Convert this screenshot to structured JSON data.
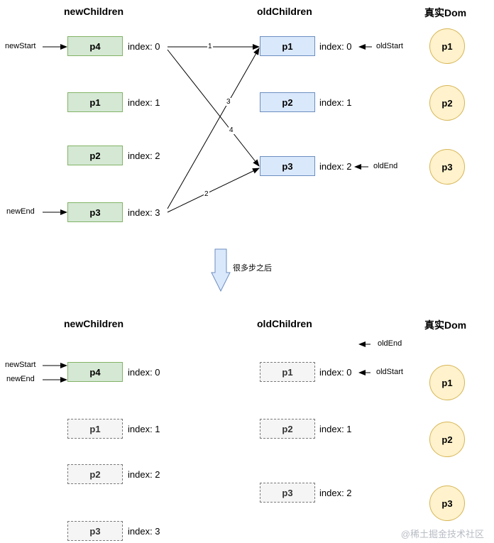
{
  "top": {
    "new_title": "newChildren",
    "old_title": "oldChildren",
    "dom_title": "真实Dom",
    "new_nodes": [
      "p4",
      "p1",
      "p2",
      "p3"
    ],
    "new_indexes": [
      "index: 0",
      "index: 1",
      "index: 2",
      "index: 3"
    ],
    "old_nodes": [
      "p1",
      "p2",
      "p3"
    ],
    "old_indexes": [
      "index: 0",
      "index: 1",
      "index: 2"
    ],
    "dom_nodes": [
      "p1",
      "p2",
      "p3"
    ],
    "pointers": {
      "new_start": "newStart",
      "new_end": "newEnd",
      "old_start": "oldStart",
      "old_end": "oldEnd"
    },
    "edge_labels": [
      "1",
      "2",
      "3",
      "4"
    ]
  },
  "transition_label": "很多步之后",
  "bottom": {
    "new_title": "newChildren",
    "old_title": "oldChildren",
    "dom_title": "真实Dom",
    "new_nodes": [
      "p4",
      "p1",
      "p2",
      "p3"
    ],
    "new_indexes": [
      "index: 0",
      "index: 1",
      "index: 2",
      "index: 3"
    ],
    "old_nodes": [
      "p1",
      "p2",
      "p3"
    ],
    "old_indexes": [
      "index: 0",
      "index: 1",
      "index: 2"
    ],
    "dom_nodes": [
      "p1",
      "p2",
      "p3"
    ],
    "pointers": {
      "new_start": "newStart",
      "new_end": "newEnd",
      "old_start": "oldStart",
      "old_end": "oldEnd"
    }
  },
  "watermark": "@稀土掘金技术社区",
  "colors": {
    "new_fill": "#d5e8d4",
    "new_border": "#82b366",
    "old_fill": "#dae8fc",
    "old_border": "#6c8ebf",
    "dom_fill": "#fff2cc",
    "dom_border": "#d6b656",
    "ghost_fill": "#f5f5f5",
    "ghost_border": "#7a7a7a"
  }
}
